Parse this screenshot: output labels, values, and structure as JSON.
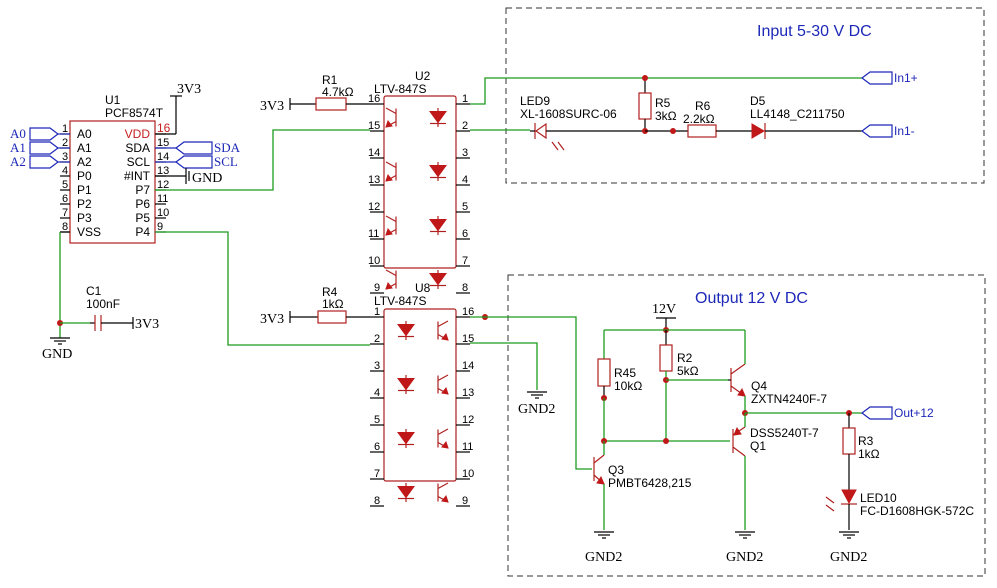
{
  "boxes": {
    "input_title": "Input 5-30 V DC",
    "output_title": "Output 12 V DC"
  },
  "u1": {
    "ref": "U1",
    "part": "PCF8574T",
    "left_pins": [
      {
        "num": "1",
        "name": "A0"
      },
      {
        "num": "2",
        "name": "A1"
      },
      {
        "num": "3",
        "name": "A2"
      },
      {
        "num": "4",
        "name": "P0"
      },
      {
        "num": "5",
        "name": "P1"
      },
      {
        "num": "6",
        "name": "P2"
      },
      {
        "num": "7",
        "name": "P3"
      },
      {
        "num": "8",
        "name": "VSS"
      }
    ],
    "right_pins": [
      {
        "num": "16",
        "name": "VDD"
      },
      {
        "num": "15",
        "name": "SDA"
      },
      {
        "num": "14",
        "name": "SCL"
      },
      {
        "num": "13",
        "name": "#INT"
      },
      {
        "num": "12",
        "name": "P7"
      },
      {
        "num": "11",
        "name": "P6"
      },
      {
        "num": "10",
        "name": "P5"
      },
      {
        "num": "9",
        "name": "P4"
      }
    ]
  },
  "u2": {
    "ref": "U2",
    "part": "LTV-847S",
    "left_pins": [
      "16",
      "15",
      "14",
      "13",
      "12",
      "11",
      "10",
      "9"
    ],
    "right_pins": [
      "1",
      "2",
      "3",
      "4",
      "5",
      "6",
      "7",
      "8"
    ]
  },
  "u8": {
    "ref": "U8",
    "part": "LTV-847S",
    "left_pins": [
      "1",
      "2",
      "3",
      "4",
      "5",
      "6",
      "7",
      "8"
    ],
    "right_pins": [
      "16",
      "15",
      "14",
      "13",
      "12",
      "11",
      "10",
      "9"
    ]
  },
  "components": {
    "r1": {
      "ref": "R1",
      "value": "4.7kΩ"
    },
    "r4": {
      "ref": "R4",
      "value": "1kΩ"
    },
    "r5": {
      "ref": "R5",
      "value": "3kΩ"
    },
    "r6": {
      "ref": "R6",
      "value": "2.2kΩ"
    },
    "r45": {
      "ref": "R45",
      "value": "10kΩ"
    },
    "r2": {
      "ref": "R2",
      "value": "5kΩ"
    },
    "r3": {
      "ref": "R3",
      "value": "1kΩ"
    },
    "c1": {
      "ref": "C1",
      "value": "100nF"
    },
    "led9": {
      "ref": "LED9",
      "value": "XL-1608SURC-06"
    },
    "led10": {
      "ref": "LED10",
      "value": "FC-D1608HGK-572C"
    },
    "d5": {
      "ref": "D5",
      "value": "LL4148_C211750"
    },
    "q1": {
      "ref": "Q1",
      "value": "DSS5240T-7"
    },
    "q3": {
      "ref": "Q3",
      "value": "PMBT6428,215"
    },
    "q4": {
      "ref": "Q4",
      "value": "ZXTN4240F-7"
    }
  },
  "nets": {
    "v33": "3V3",
    "gnd": "GND",
    "gnd2": "GND2",
    "v12": "12V",
    "in_plus": "In1+",
    "in_minus": "In1-",
    "out_plus": "Out+12",
    "a0": "A0",
    "a1": "A1",
    "a2": "A2",
    "sda": "SDA",
    "scl": "SCL"
  },
  "colors": {
    "wire": "#1e9a1e",
    "component": "#b02020",
    "label": "#1d28b8",
    "junction": "#c01818"
  }
}
